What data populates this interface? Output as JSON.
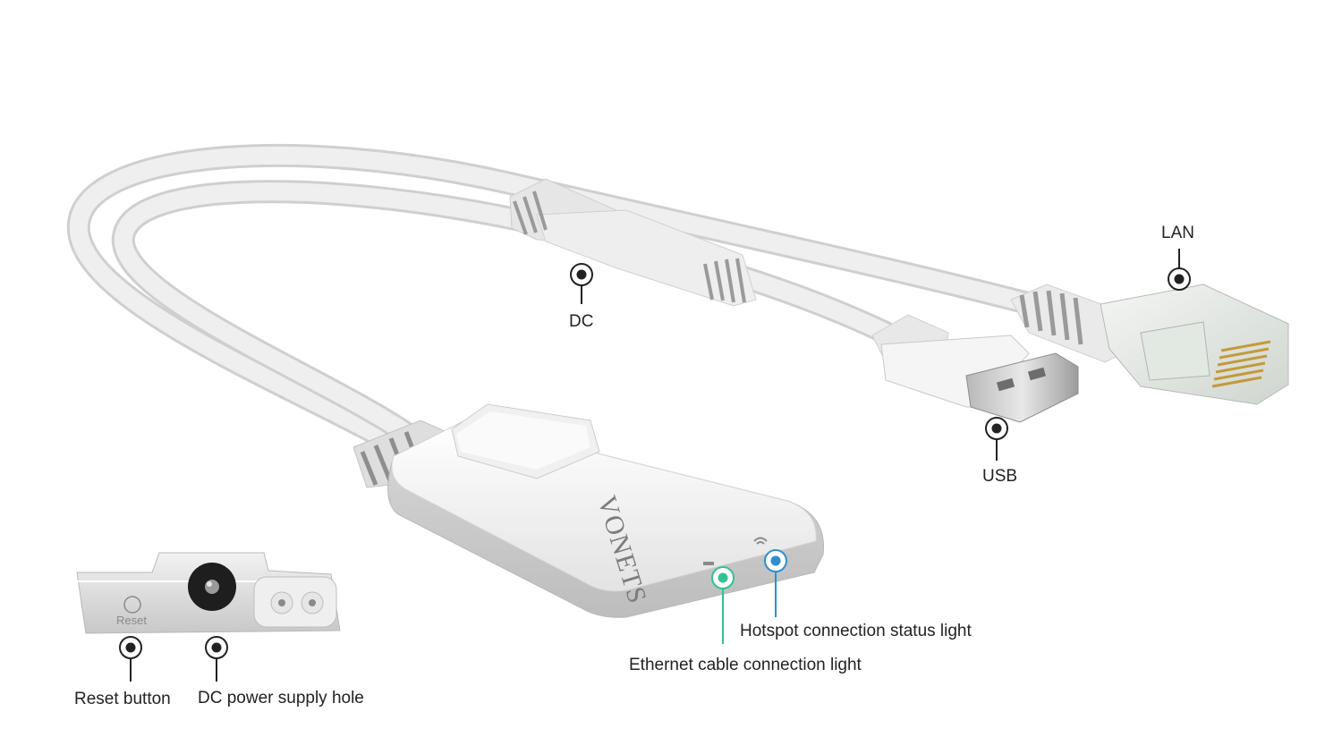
{
  "device": {
    "brand": "VONETS",
    "reset_print": "Reset"
  },
  "labels": {
    "lan": "LAN",
    "dc": "DC",
    "usb": "USB",
    "hotspot_light": "Hotspot connection status light",
    "ethernet_light": "Ethernet cable connection light",
    "reset_button": "Reset button",
    "dc_hole": "DC power supply hole"
  },
  "colors": {
    "marker": "#222222",
    "ethernet_light": "#2fc38f",
    "hotspot_light": "#2c8fd1",
    "cable": "#e9e9e9",
    "body": "#f4f4f4"
  },
  "icons": [
    "marker-dot-icon",
    "lan-plug-icon",
    "usb-plug-icon",
    "dc-plug-icon",
    "reset-hole-icon",
    "dc-jack-icon",
    "wifi-icon"
  ]
}
